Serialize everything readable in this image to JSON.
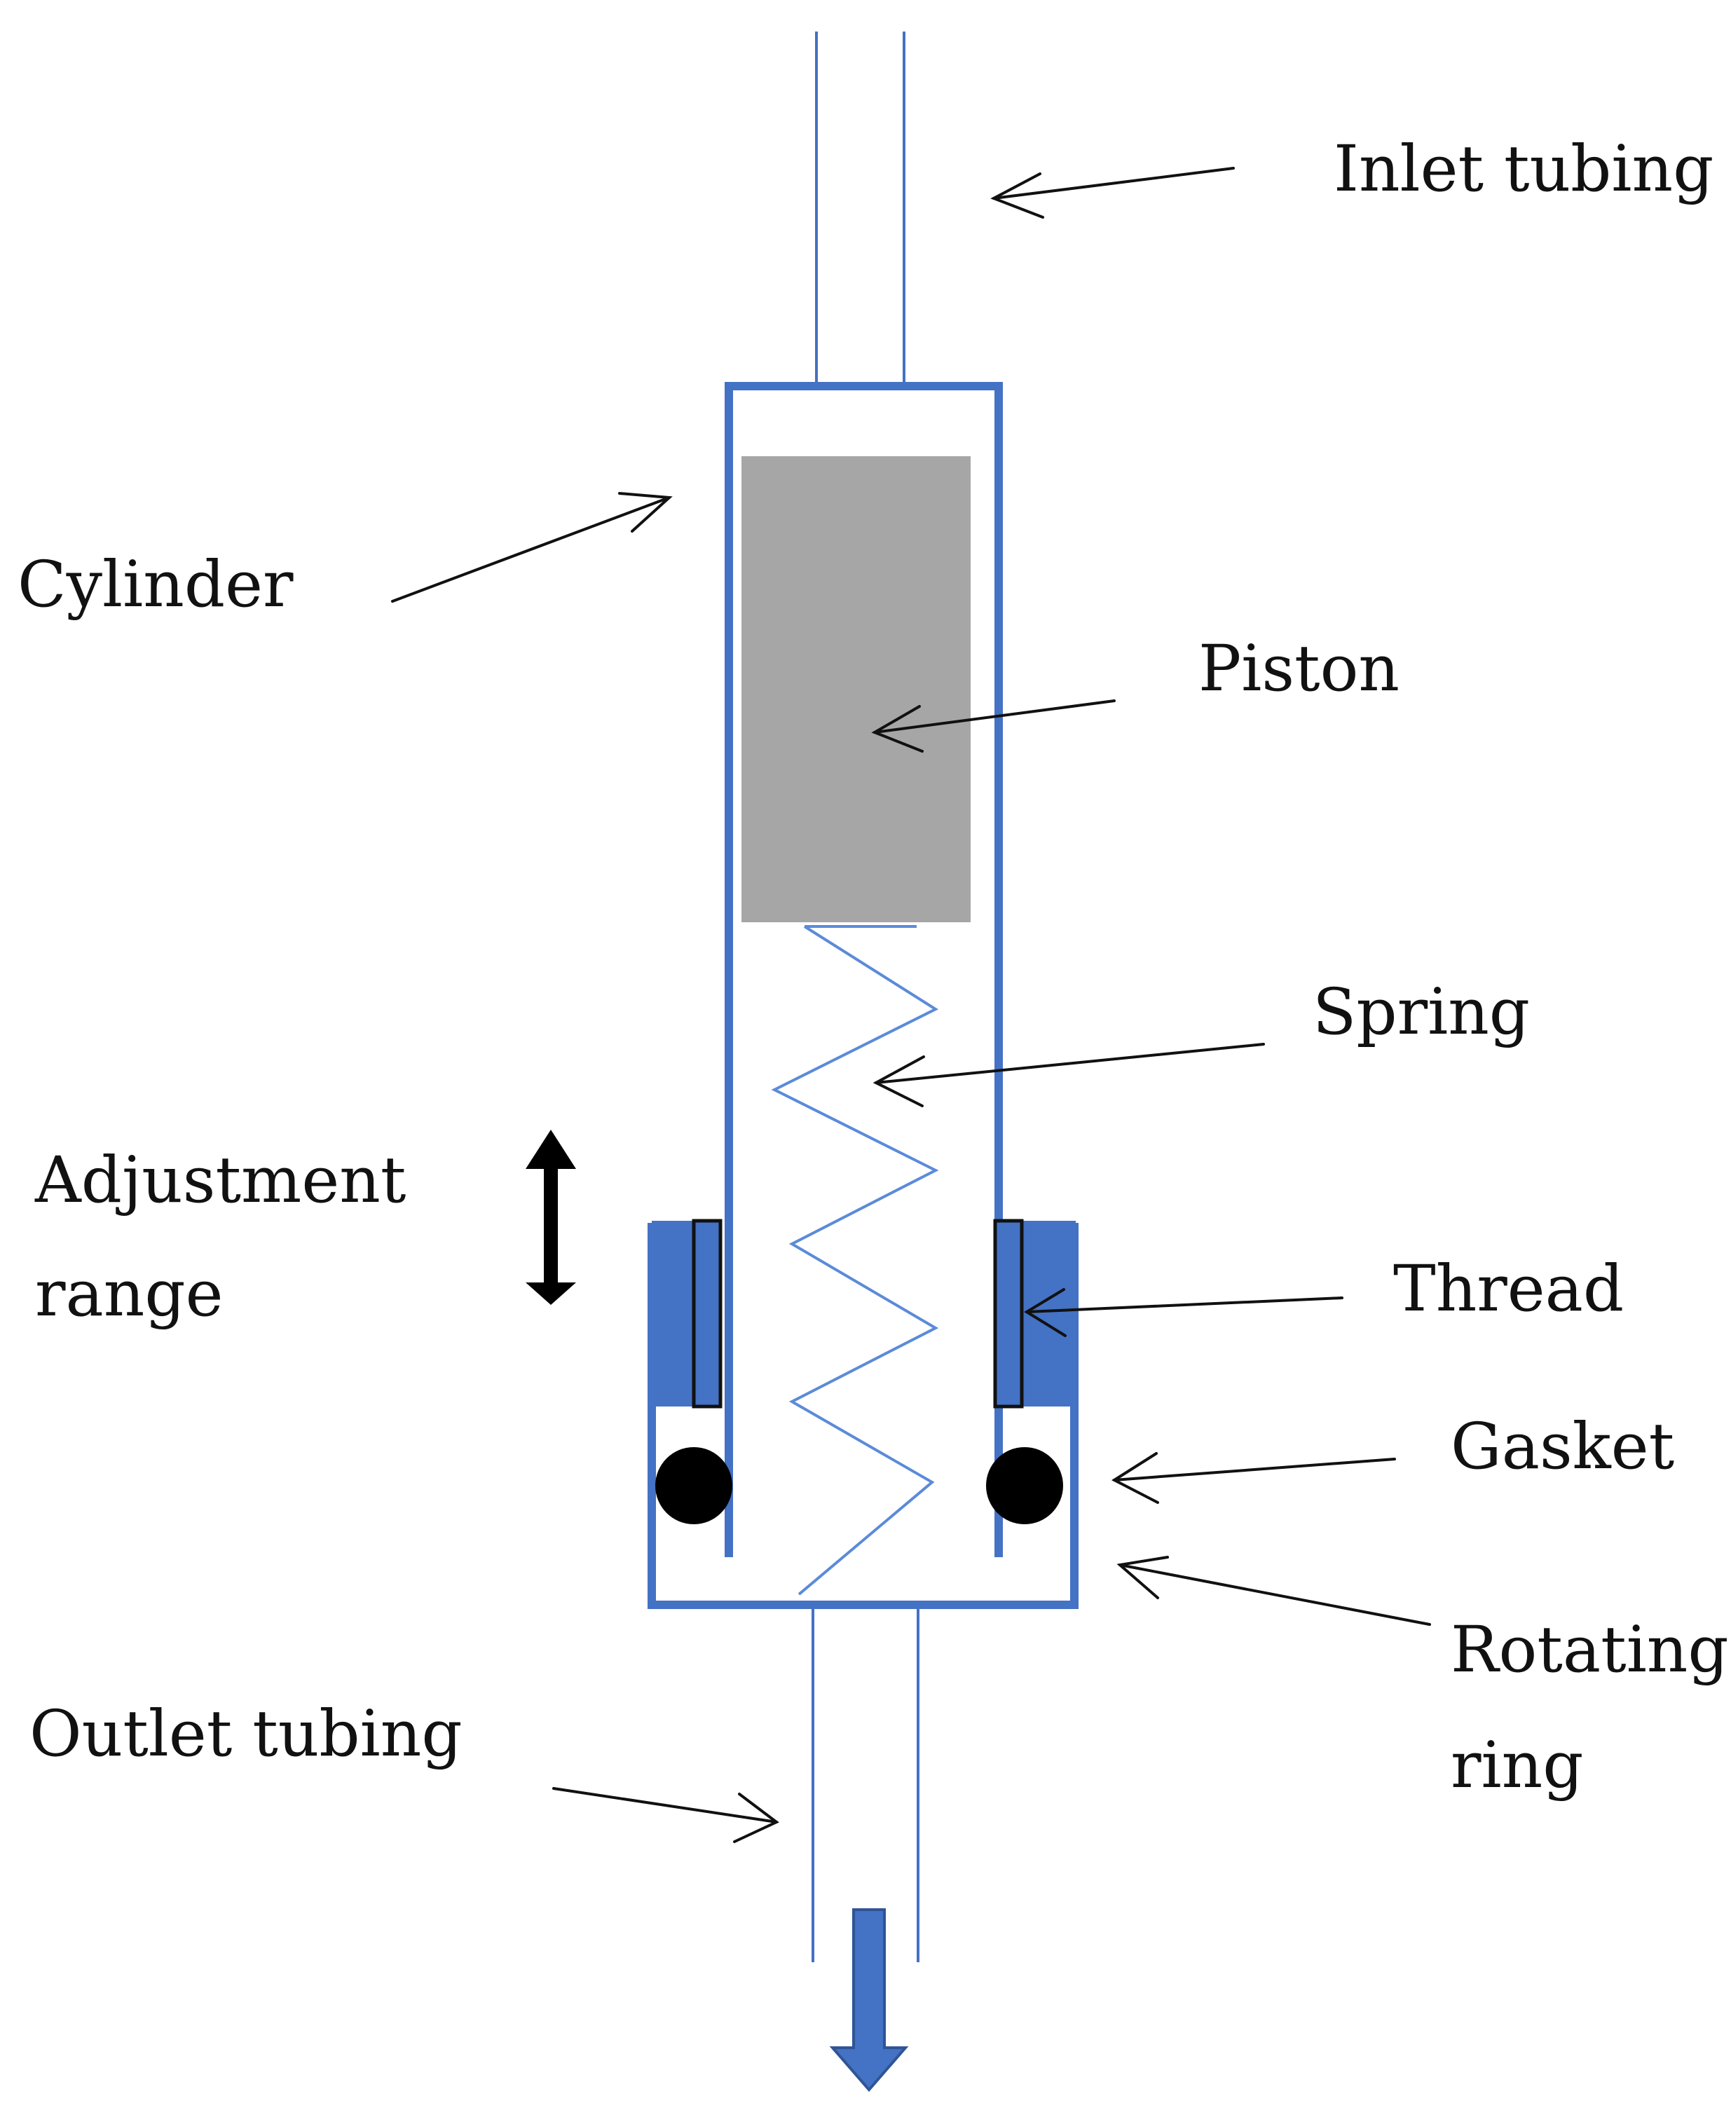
{
  "labels": {
    "inlet_tubing": "Inlet tubing",
    "cylinder": "Cylinder",
    "piston": "Piston",
    "spring": "Spring",
    "adjustment_range_line1": "Adjustment",
    "adjustment_range_line2": "range",
    "thread": "Thread",
    "gasket": "Gasket",
    "rotating_ring_line1": "Rotating",
    "rotating_ring_line2": "ring",
    "outlet_tubing": "Outlet tubing"
  },
  "colors": {
    "outline_blue": "#4472C4",
    "spring_blue": "#5B8BD9",
    "piston_gray": "#A6A6A6",
    "ink": "#111111",
    "gasket_black": "#000000"
  }
}
